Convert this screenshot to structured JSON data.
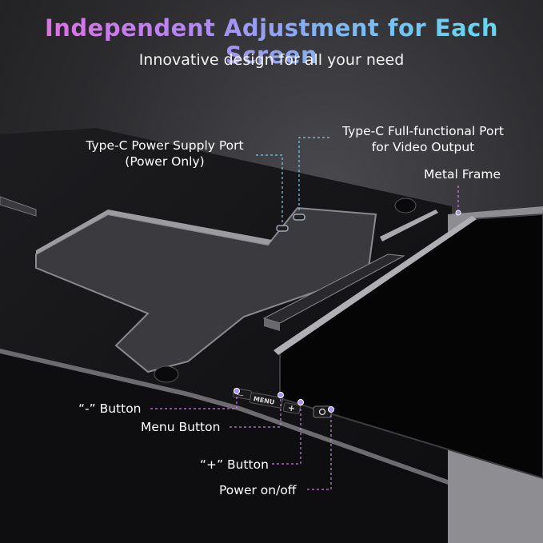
{
  "header": {
    "title": "Independent Adjustment for Each Screen",
    "subtitle": "Innovative design for all your need"
  },
  "callouts": {
    "power_port": [
      "Type-C Power Supply Port",
      "(Power Only)"
    ],
    "video_port": [
      "Type-C Full-functional Port",
      "for Video Output"
    ],
    "metal_frame": "Metal Frame",
    "minus_button": "“-” Button",
    "menu_button": "Menu Button",
    "plus_button": "“+” Button",
    "power_button": "Power on/off"
  },
  "device_buttons": {
    "minus_symbol": "—",
    "menu_text": "MENU",
    "plus_symbol": "+"
  },
  "colors": {
    "callout_line": "#7fc8f0",
    "callout_line_purple": "#c77fe8",
    "callout_dot": "#a98ef5",
    "device_body": "#151517",
    "screen": "#050506"
  }
}
